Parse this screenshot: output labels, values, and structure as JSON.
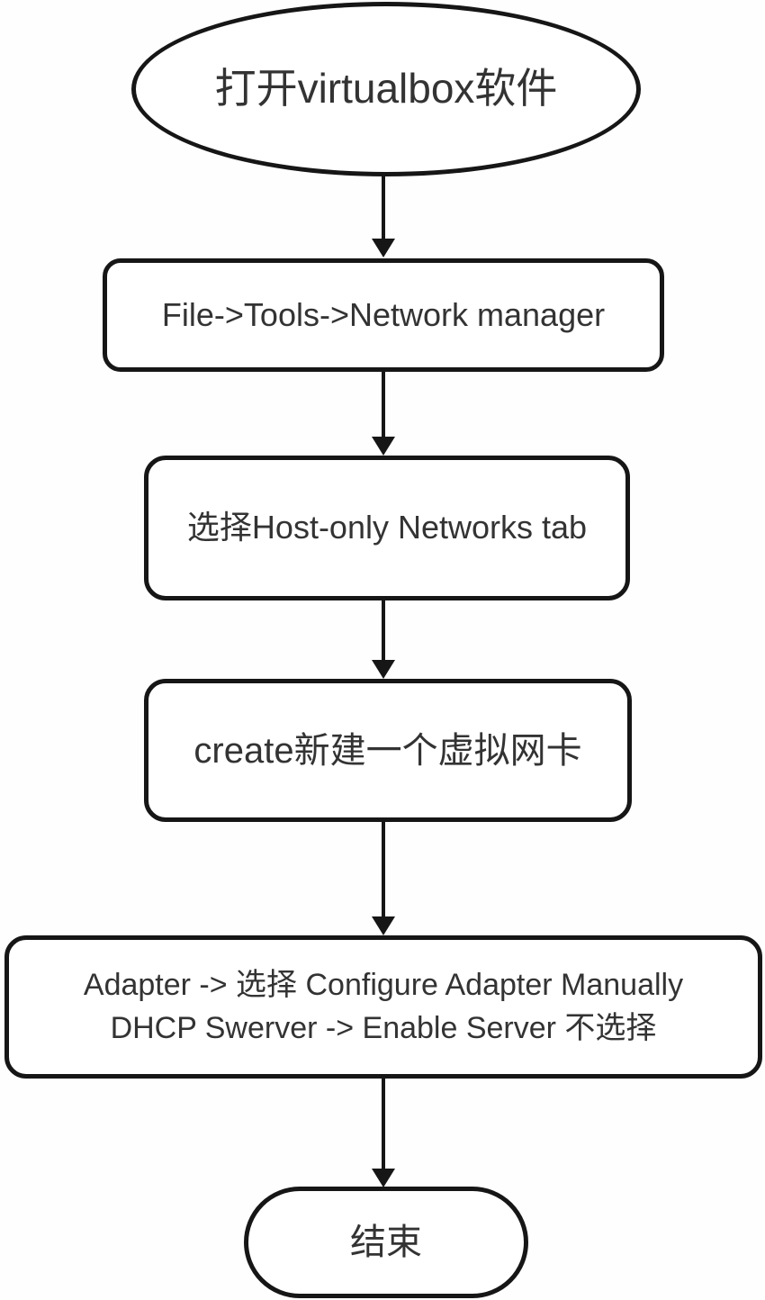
{
  "diagram": {
    "type": "flowchart",
    "direction": "top-to-bottom",
    "colors": {
      "stroke": "#161616",
      "text": "#333333",
      "background": "#ffffff"
    },
    "nodes": [
      {
        "id": "start",
        "shape": "ellipse",
        "label": "打开virtualbox软件"
      },
      {
        "id": "step1",
        "shape": "rounded-rect",
        "label": "File->Tools->Network manager"
      },
      {
        "id": "step2",
        "shape": "rounded-rect",
        "label": "选择Host-only Networks tab"
      },
      {
        "id": "step3",
        "shape": "rounded-rect",
        "label": "create新建一个虚拟网卡"
      },
      {
        "id": "step4",
        "shape": "rounded-rect",
        "lines": [
          "Adapter -> 选择 Configure Adapter Manually",
          "DHCP Swerver -> Enable Server 不选择"
        ]
      },
      {
        "id": "end",
        "shape": "stadium",
        "label": "结束"
      }
    ],
    "edges": [
      {
        "from": "start",
        "to": "step1"
      },
      {
        "from": "step1",
        "to": "step2"
      },
      {
        "from": "step2",
        "to": "step3"
      },
      {
        "from": "step3",
        "to": "step4"
      },
      {
        "from": "step4",
        "to": "end"
      }
    ]
  }
}
